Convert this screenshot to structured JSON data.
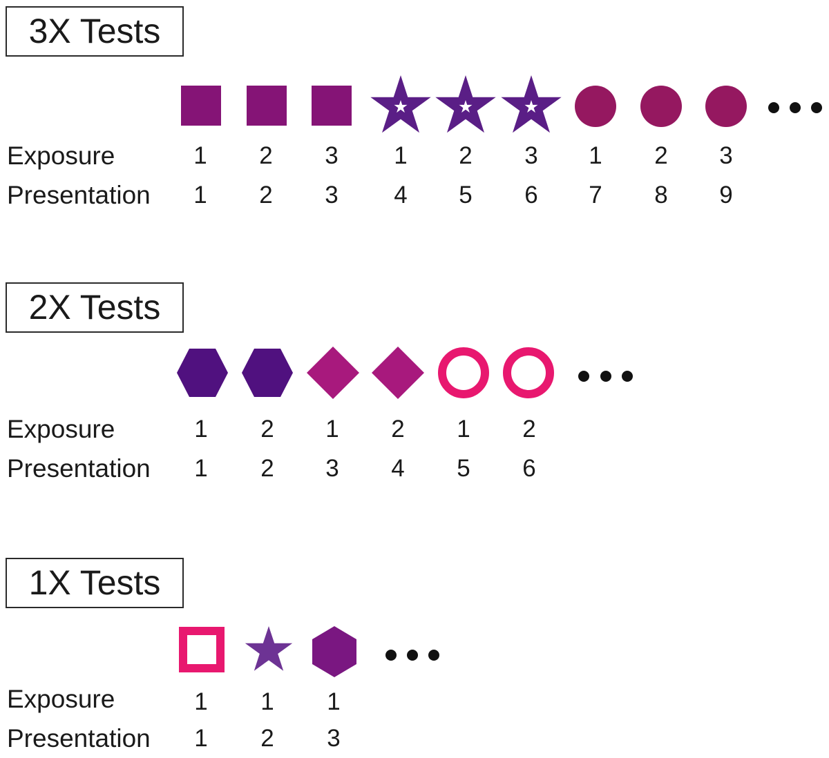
{
  "colors": {
    "square": "#851476",
    "star": "#5a1e86",
    "circle": "#951860",
    "hexagon": "#50117f",
    "diamond": "#a8197d",
    "pink": "#e8186f",
    "small_star": "#6d3394",
    "hexagon_1x": "#7a1781",
    "dots": "#111111"
  },
  "sections": [
    {
      "id": "3x",
      "title": "3X Tests",
      "exposure_label": "Exposure",
      "presentation_label": "Presentation",
      "shapes": [
        "filled-square",
        "filled-square",
        "filled-square",
        "star-with-inner-star",
        "star-with-inner-star",
        "star-with-inner-star",
        "filled-circle",
        "filled-circle",
        "filled-circle"
      ],
      "exposure": [
        "1",
        "2",
        "3",
        "1",
        "2",
        "3",
        "1",
        "2",
        "3"
      ],
      "presentation": [
        "1",
        "2",
        "3",
        "4",
        "5",
        "6",
        "7",
        "8",
        "9"
      ]
    },
    {
      "id": "2x",
      "title": "2X Tests",
      "exposure_label": "Exposure",
      "presentation_label": "Presentation",
      "shapes": [
        "filled-hexagon",
        "filled-hexagon",
        "filled-diamond",
        "filled-diamond",
        "pink-ring",
        "pink-ring"
      ],
      "exposure": [
        "1",
        "2",
        "1",
        "2",
        "1",
        "2"
      ],
      "presentation": [
        "1",
        "2",
        "3",
        "4",
        "5",
        "6"
      ]
    },
    {
      "id": "1x",
      "title": "1X Tests",
      "exposure_label": "Exposure",
      "presentation_label": "Presentation",
      "shapes": [
        "pink-hollow-square",
        "small-star",
        "filled-hexagon"
      ],
      "exposure": [
        "1",
        "1",
        "1"
      ],
      "presentation": [
        "1",
        "2",
        "3"
      ]
    }
  ]
}
